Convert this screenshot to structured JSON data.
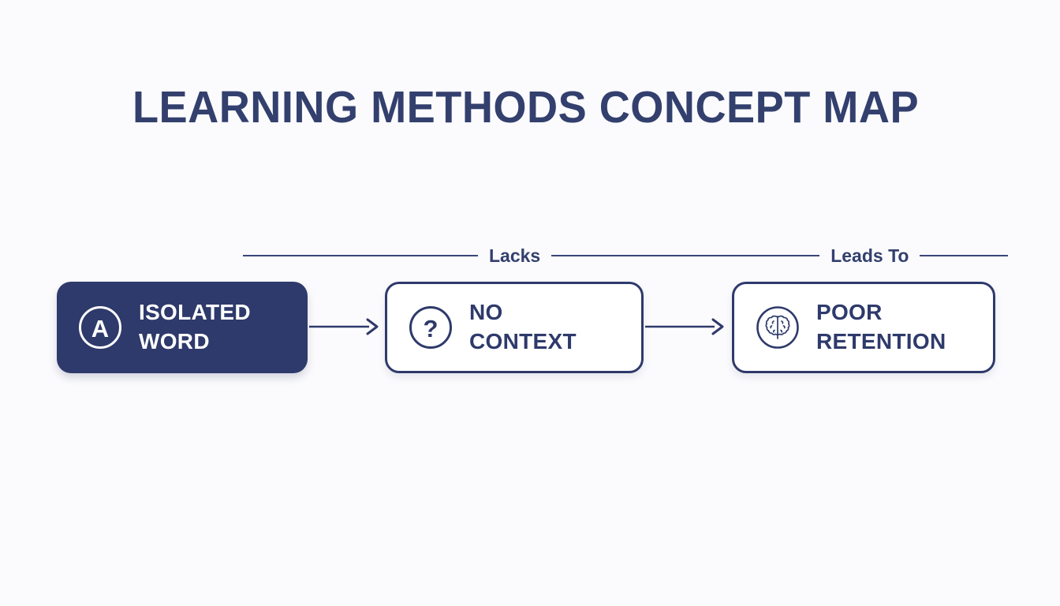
{
  "title": "LEARNING METHODS CONCEPT MAP",
  "colors": {
    "background": "#fbfbfd",
    "navy": "#2e3a6b",
    "title_navy": "#33406e",
    "white": "#ffffff"
  },
  "relationship_labels": [
    {
      "text": "Lacks"
    },
    {
      "text": "Leads To"
    }
  ],
  "nodes": [
    {
      "id": "isolated-word",
      "label": "ISOLATED\nWORD",
      "icon": "circled-letter-a-icon",
      "style": "filled"
    },
    {
      "id": "no-context",
      "label": "NO\nCONTEXT",
      "icon": "circled-question-mark-icon",
      "style": "outlined"
    },
    {
      "id": "poor-retention",
      "label": "POOR\nRETENTION",
      "icon": "circled-brain-icon",
      "style": "outlined"
    }
  ],
  "connectors": [
    {
      "id": "arrow-1",
      "from": "isolated-word",
      "to": "no-context",
      "label": "Lacks"
    },
    {
      "id": "arrow-2",
      "from": "no-context",
      "to": "poor-retention",
      "label": "Leads To"
    }
  ]
}
